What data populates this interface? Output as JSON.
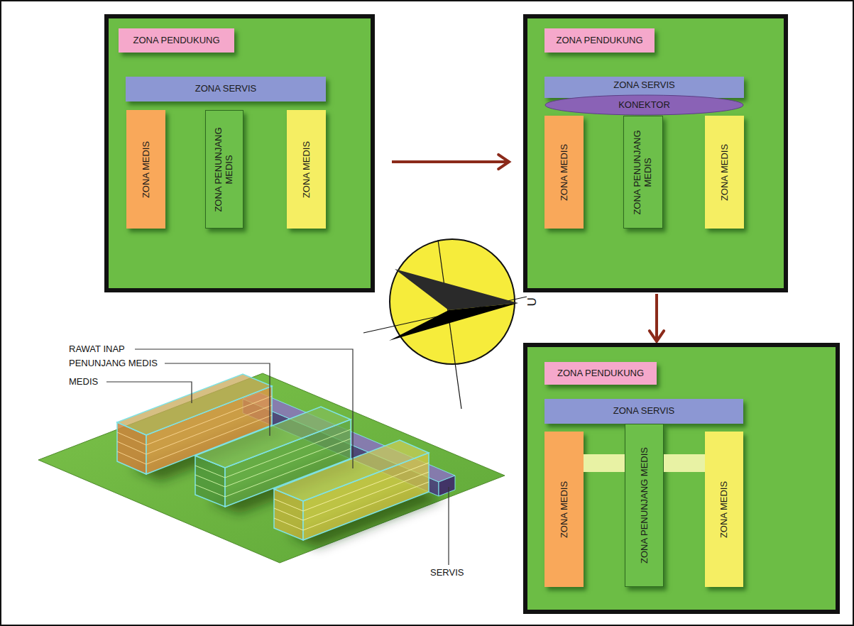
{
  "diagram": {
    "nodes": [
      {
        "text": []
      },
      {
        "text": [
          "ZONA PENDUKUNG"
        ],
        "in": 0
      },
      {
        "text": [
          "ZONA SERVIS"
        ],
        "in": 0
      },
      {
        "text": [
          "ZONA MEDIS"
        ],
        "in": 0
      },
      {
        "text": [
          "ZONA PENUNJANG MEDIS"
        ],
        "in": 0
      },
      {
        "text": [
          "ZONA MEDIS"
        ],
        "in": 0
      },
      {
        "text": []
      },
      {
        "text": [
          "ZONA PENDUKUNG"
        ],
        "in": 6
      },
      {
        "text": [
          "ZONA SERVIS"
        ],
        "in": 6
      },
      {
        "text": [
          "KONEKTOR"
        ],
        "in": 6
      },
      {
        "text": [
          "ZONA MEDIS"
        ],
        "in": 6
      },
      {
        "text": [
          "ZONA PENUNJANG MEDIS"
        ],
        "in": 6
      },
      {
        "text": [
          "ZONA MEDIS"
        ],
        "in": 6
      },
      {
        "text": []
      },
      {
        "text": [
          "ZONA PENDUKUNG"
        ],
        "in": 13
      },
      {
        "text": [
          "ZONA SERVIS"
        ],
        "in": 13
      },
      {
        "text": [
          "ZONA MEDIS"
        ],
        "in": 13
      },
      {
        "text": [
          "ZONA PENUNJANG MEDIS"
        ],
        "in": 13
      },
      {
        "text": [
          "ZONA MEDIS"
        ],
        "in": 13
      }
    ],
    "edges": [
      {
        "from": 0,
        "to": 6,
        "arrow": "to"
      },
      {
        "from": 6,
        "to": 13,
        "arrow": "to"
      }
    ],
    "labels": [
      "U",
      "RAWAT INAP",
      "PENUNJANG MEDIS",
      "MEDIS",
      "SERVIS"
    ]
  }
}
